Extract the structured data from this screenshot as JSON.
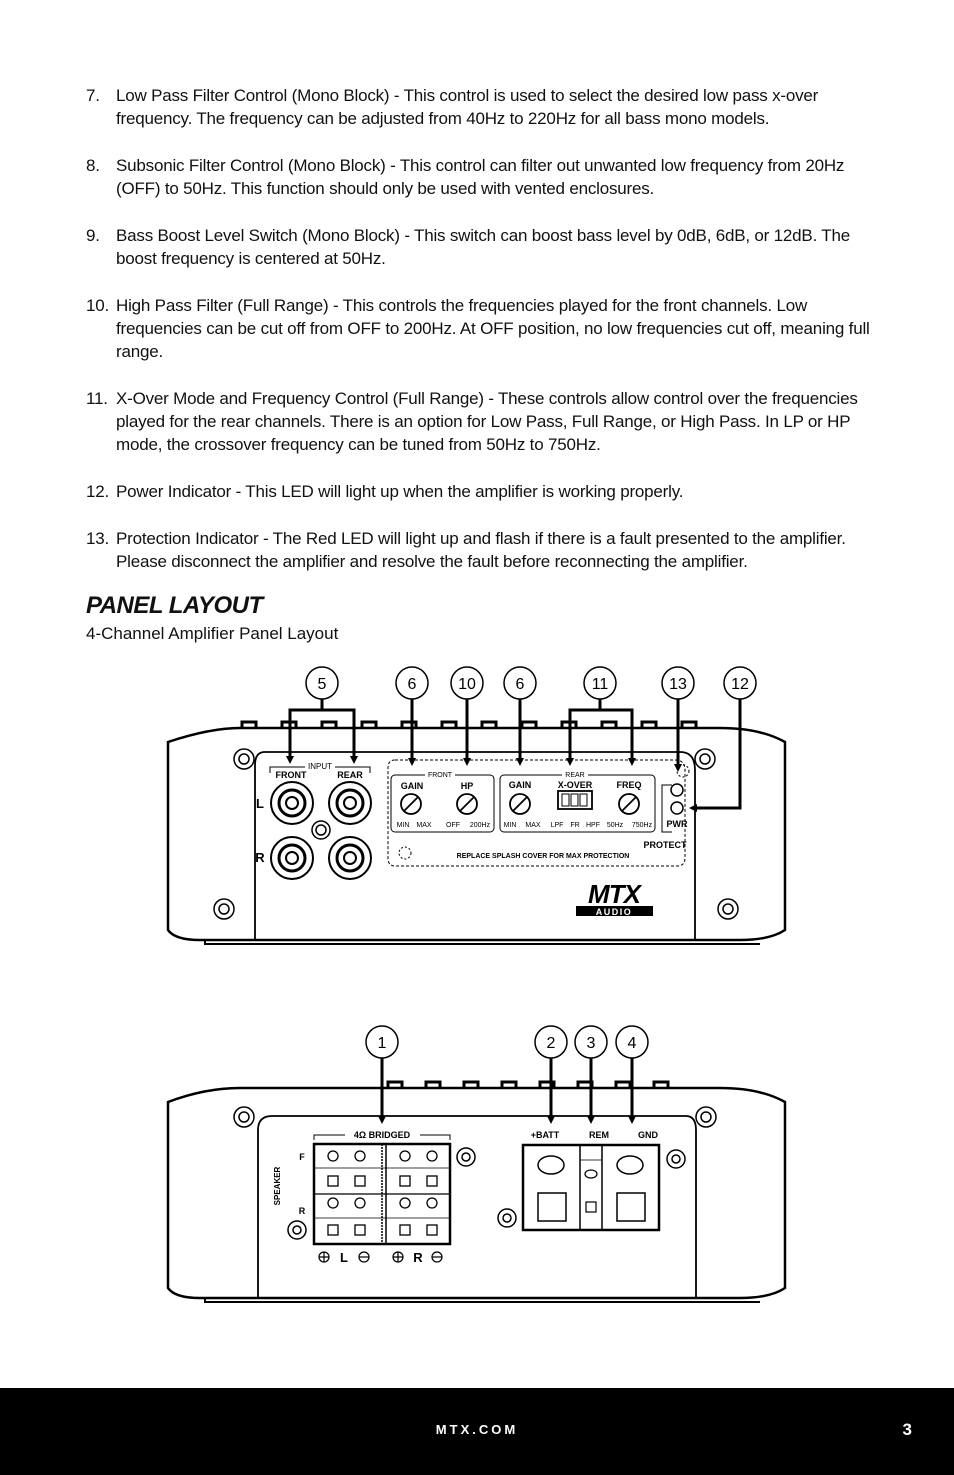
{
  "items": [
    {
      "num": "7.",
      "text": "Low Pass Filter Control (Mono Block) - This control is used to select the desired low pass x-over frequency. The frequency can be adjusted from 40Hz to 220Hz for all bass mono models."
    },
    {
      "num": "8.",
      "text": "Subsonic Filter Control (Mono Block) - This control can filter out unwanted low frequency from 20Hz (OFF) to 50Hz. This function should only be used with vented enclosures."
    },
    {
      "num": "9.",
      "text": "Bass Boost Level Switch (Mono Block) - This switch can boost bass level by 0dB, 6dB, or 12dB. The boost frequency is centered at 50Hz."
    },
    {
      "num": "10.",
      "text": "High Pass Filter (Full Range) - This controls the frequencies played for the front channels. Low frequencies can be cut off from OFF to 200Hz. At OFF position, no low frequencies cut off, meaning full range."
    },
    {
      "num": "11.",
      "text": "X-Over Mode and Frequency Control (Full Range) - These controls allow control over the frequencies played for the rear channels. There is an option for Low Pass, Full Range, or High Pass. In LP or HP mode, the crossover frequency can be tuned from 50Hz to 750Hz."
    },
    {
      "num": "12.",
      "text": "Power Indicator - This LED will light up when the amplifier is working properly."
    },
    {
      "num": "13.",
      "text": "Protection Indicator - The Red LED will light up and flash if there is a fault presented to the amplifier. Please disconnect the amplifier and resolve the fault before reconnecting the amplifier."
    }
  ],
  "section_title": "PANEL LAYOUT",
  "section_subtitle": "4-Channel Amplifier Panel Layout",
  "front_panel": {
    "callouts": [
      "5",
      "6",
      "10",
      "6",
      "11",
      "13",
      "12"
    ],
    "input_label": "INPUT",
    "front_label": "FRONT",
    "rear_label": "REAR",
    "channel_l": "L",
    "channel_r": "R",
    "front_group": "FRONT",
    "rear_group": "REAR",
    "gain": "GAIN",
    "hp": "HP",
    "min": "MIN",
    "max": "MAX",
    "off": "OFF",
    "hz200": "200Hz",
    "xover": "X-OVER",
    "freq": "FREQ",
    "lpf": "LPF",
    "fr": "FR",
    "hpf": "HPF",
    "hz50": "50Hz",
    "hz750": "750Hz",
    "pwr": "PWR",
    "protect": "PROTECT",
    "splash": "REPLACE SPLASH COVER FOR MAX PROTECTION",
    "logo_top": "MTX",
    "logo_bottom": "AUDIO"
  },
  "rear_panel": {
    "callouts": [
      "1",
      "2",
      "3",
      "4"
    ],
    "bridged": "4Ω  BRIDGED",
    "speaker": "SPEAKER",
    "f": "F",
    "r": "R",
    "l_label": "L",
    "r_label": "R",
    "batt": "+BATT",
    "rem": "REM",
    "gnd": "GND"
  },
  "footer": {
    "site": "MTX.COM",
    "page": "3"
  }
}
